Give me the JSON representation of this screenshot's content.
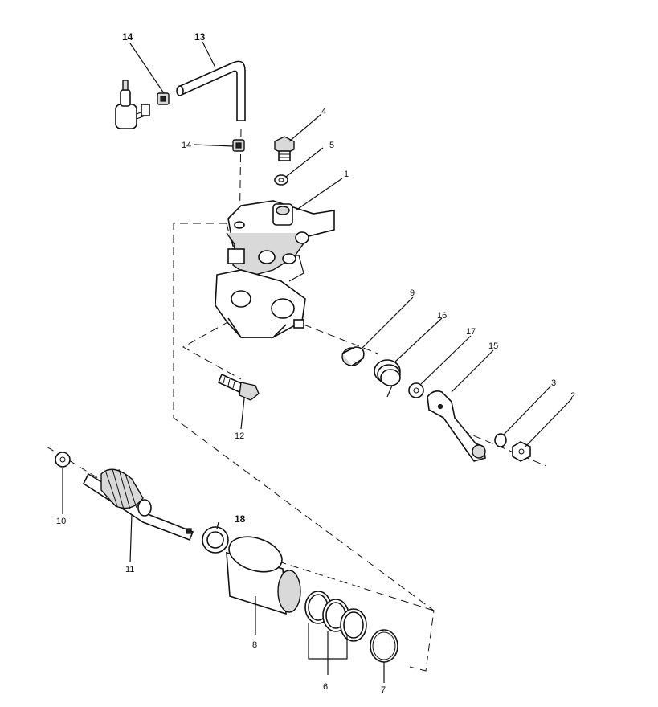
{
  "callouts": [
    {
      "id": "c13",
      "text": "13"
    },
    {
      "id": "c14a",
      "text": "14"
    },
    {
      "id": "c14b",
      "text": "14"
    },
    {
      "id": "c4",
      "text": "4"
    },
    {
      "id": "c5",
      "text": "5"
    },
    {
      "id": "c1",
      "text": "1"
    },
    {
      "id": "c9",
      "text": "9"
    },
    {
      "id": "c16",
      "text": "16"
    },
    {
      "id": "c17",
      "text": "17"
    },
    {
      "id": "c15",
      "text": "15"
    },
    {
      "id": "c3",
      "text": "3"
    },
    {
      "id": "c2",
      "text": "2"
    },
    {
      "id": "c12",
      "text": "12"
    },
    {
      "id": "c10",
      "text": "10"
    },
    {
      "id": "c11",
      "text": "11"
    },
    {
      "id": "c18",
      "text": "18"
    },
    {
      "id": "c8",
      "text": "8"
    },
    {
      "id": "c6",
      "text": "6"
    },
    {
      "id": "c7",
      "text": "7"
    }
  ]
}
